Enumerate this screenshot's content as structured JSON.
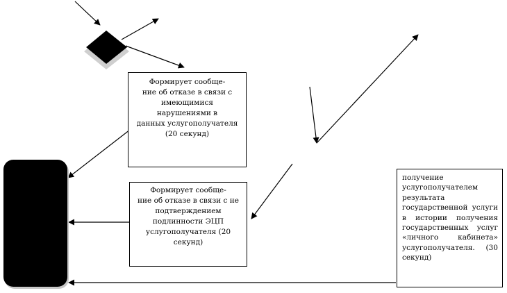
{
  "box_refusal_violations": {
    "lines": [
      "Формирует сообще-",
      "ние об отказе в связи с",
      "имеющимися",
      "нарушениями в",
      "данных услугополучателя",
      "(20 секунд)"
    ]
  },
  "box_refusal_signature": {
    "lines": [
      "Формирует сообще-",
      "ние об отказе в связи с не",
      "подтверждением",
      "подлинности ЭЦП",
      "услугополучателя (20",
      "секунд)"
    ]
  },
  "box_result_receipt": {
    "text": "получение услугополучателем результата государственной услуги в истории получения государственных услуг «личного кабинета» услугополучателя. (30 секунд)"
  },
  "colors": {
    "line": "#000000",
    "shape_fill": "#000000",
    "shadow": "#c8c8c8",
    "background": "#ffffff"
  }
}
